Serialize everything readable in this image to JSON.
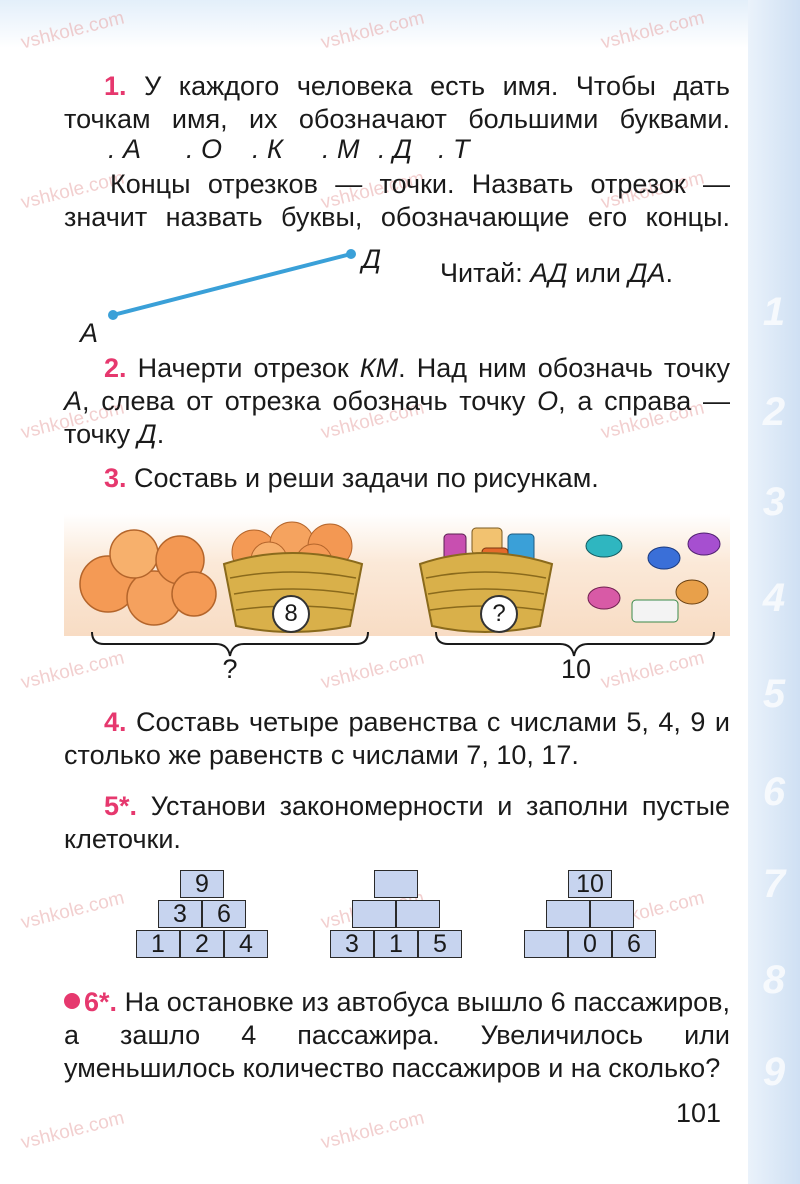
{
  "watermark": "vshkole.com",
  "sidebar_tabs": [
    "1",
    "2",
    "3",
    "4",
    "5",
    "6",
    "7",
    "8",
    "9"
  ],
  "task1": {
    "num": "1.",
    "text": " У каждого человека есть имя. Чтобы дать точкам имя, их обозначают большими буквами.",
    "points": [
      ". А",
      ". О",
      ". К",
      ". М",
      ". Д",
      ". Т"
    ],
    "text2": "Концы отрезков — точки. Назвать отрезок — значит назвать буквы, обозначающие его концы.",
    "seg_start": "А",
    "seg_end": "Д",
    "read_prefix": "Читай: ",
    "read_a": "АД",
    "read_or": " или ",
    "read_b": "ДА",
    "read_dot": "."
  },
  "task2": {
    "num": "2.",
    "p1": " Начерти отрезок ",
    "km": "КМ",
    "p2": ". Над ним обозначь точку ",
    "a": "А",
    "p3": ", слева от отрезка обозначь точку ",
    "o": "О",
    "p4": ", а справа — точку ",
    "d": "Д",
    "p5": "."
  },
  "task3": {
    "num": "3.",
    "text": " Составь и реши задачи по рисункам.",
    "basket1_num": "8",
    "basket2_num": "?",
    "brace1_label": "?",
    "brace2_label": "10"
  },
  "task4": {
    "num": "4.",
    "text": " Составь четыре равенства с числами 5, 4, 9 и столько же равенств с числами 7, 10, 17."
  },
  "task5": {
    "num": "5*.",
    "text": " Установи закономерности и заполни пустые клеточки.",
    "pyramids": [
      {
        "top": "9",
        "middle": [
          "3",
          "6"
        ],
        "bottom": [
          "1",
          "2",
          "4"
        ]
      },
      {
        "top": "",
        "middle": [
          "",
          ""
        ],
        "bottom": [
          "3",
          "1",
          "5"
        ]
      },
      {
        "top": "10",
        "middle": [
          "",
          ""
        ],
        "bottom": [
          "",
          "0",
          "6"
        ]
      }
    ]
  },
  "task6": {
    "num": "6*.",
    "text": " На остановке из автобуса вышло 6 пассажиров, а зашло 4 пассажира. Увеличилось или уменьшилось количество пассажиров и на сколько?"
  },
  "page_number": "101",
  "colors": {
    "accent": "#e6386e",
    "segment": "#3aa0d8",
    "cell": "#c7d4ef"
  }
}
